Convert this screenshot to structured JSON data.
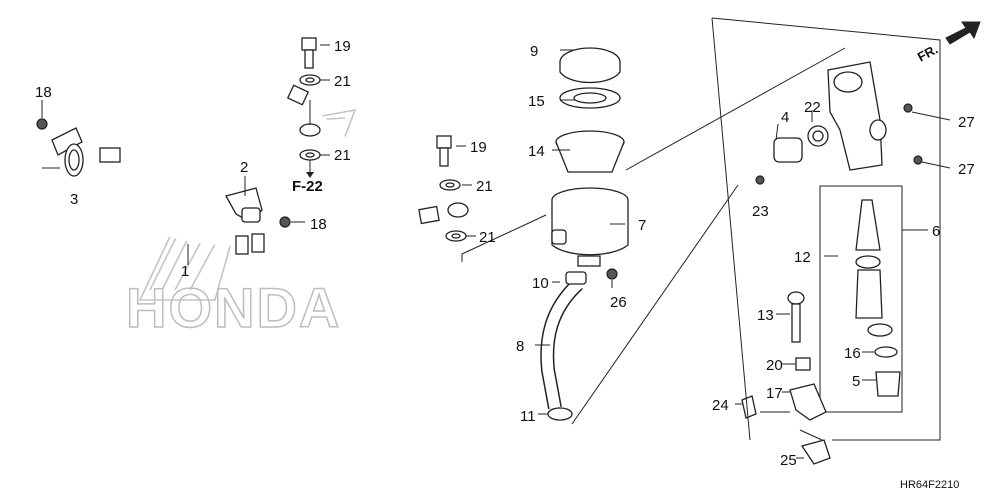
{
  "diagram": {
    "code": "HR64F2210",
    "front_marker": "FR.",
    "reference": "F-22",
    "watermark": "HONDA",
    "callouts": [
      {
        "id": "c1",
        "text": "1"
      },
      {
        "id": "c2",
        "text": "2"
      },
      {
        "id": "c3",
        "text": "3"
      },
      {
        "id": "c4",
        "text": "4"
      },
      {
        "id": "c5",
        "text": "5"
      },
      {
        "id": "c6",
        "text": "6"
      },
      {
        "id": "c7",
        "text": "7"
      },
      {
        "id": "c8",
        "text": "8"
      },
      {
        "id": "c9",
        "text": "9"
      },
      {
        "id": "c10",
        "text": "10"
      },
      {
        "id": "c11",
        "text": "11"
      },
      {
        "id": "c12",
        "text": "12"
      },
      {
        "id": "c13",
        "text": "13"
      },
      {
        "id": "c14",
        "text": "14"
      },
      {
        "id": "c15",
        "text": "15"
      },
      {
        "id": "c16",
        "text": "16"
      },
      {
        "id": "c17",
        "text": "17"
      },
      {
        "id": "c18a",
        "text": "18"
      },
      {
        "id": "c18b",
        "text": "18"
      },
      {
        "id": "c19a",
        "text": "19"
      },
      {
        "id": "c19b",
        "text": "19"
      },
      {
        "id": "c20",
        "text": "20"
      },
      {
        "id": "c21a",
        "text": "21"
      },
      {
        "id": "c21b",
        "text": "21"
      },
      {
        "id": "c21c",
        "text": "21"
      },
      {
        "id": "c21d",
        "text": "21"
      },
      {
        "id": "c22",
        "text": "22"
      },
      {
        "id": "c23",
        "text": "23"
      },
      {
        "id": "c24",
        "text": "24"
      },
      {
        "id": "c25",
        "text": "25"
      },
      {
        "id": "c26",
        "text": "26"
      },
      {
        "id": "c27a",
        "text": "27"
      },
      {
        "id": "c27b",
        "text": "27"
      }
    ]
  }
}
